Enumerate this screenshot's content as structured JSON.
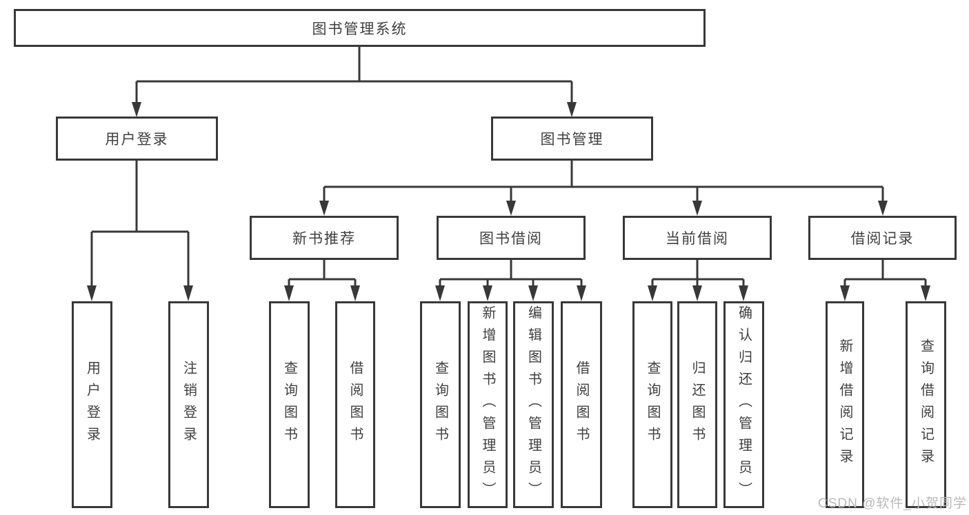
{
  "diagram": {
    "background": "#ffffff",
    "line_color": "#383838",
    "text_color": "#3f3f3f",
    "watermark": {
      "text": "CSDN @软件_小贺同学",
      "color": "#b9b9b9"
    },
    "tree": {
      "label": "图书管理系统",
      "children": [
        {
          "label": "用户登录",
          "children": [
            {
              "label": "用户登录"
            },
            {
              "label": "注销登录"
            }
          ]
        },
        {
          "label": "图书管理",
          "children": [
            {
              "label": "新书推荐",
              "children": [
                {
                  "label": "查询图书"
                },
                {
                  "label": "借阅图书"
                }
              ]
            },
            {
              "label": "图书借阅",
              "children": [
                {
                  "label": "查询图书"
                },
                {
                  "label": "新增图书（管理员）"
                },
                {
                  "label": "编辑图书（管理员）"
                },
                {
                  "label": "借阅图书"
                }
              ]
            },
            {
              "label": "当前借阅",
              "children": [
                {
                  "label": "查询图书"
                },
                {
                  "label": "归还图书"
                },
                {
                  "label": "确认归还（管理员）"
                }
              ]
            },
            {
              "label": "借阅记录",
              "children": [
                {
                  "label": "新增借阅记录"
                },
                {
                  "label": "查询借阅记录"
                }
              ]
            }
          ]
        }
      ]
    }
  }
}
